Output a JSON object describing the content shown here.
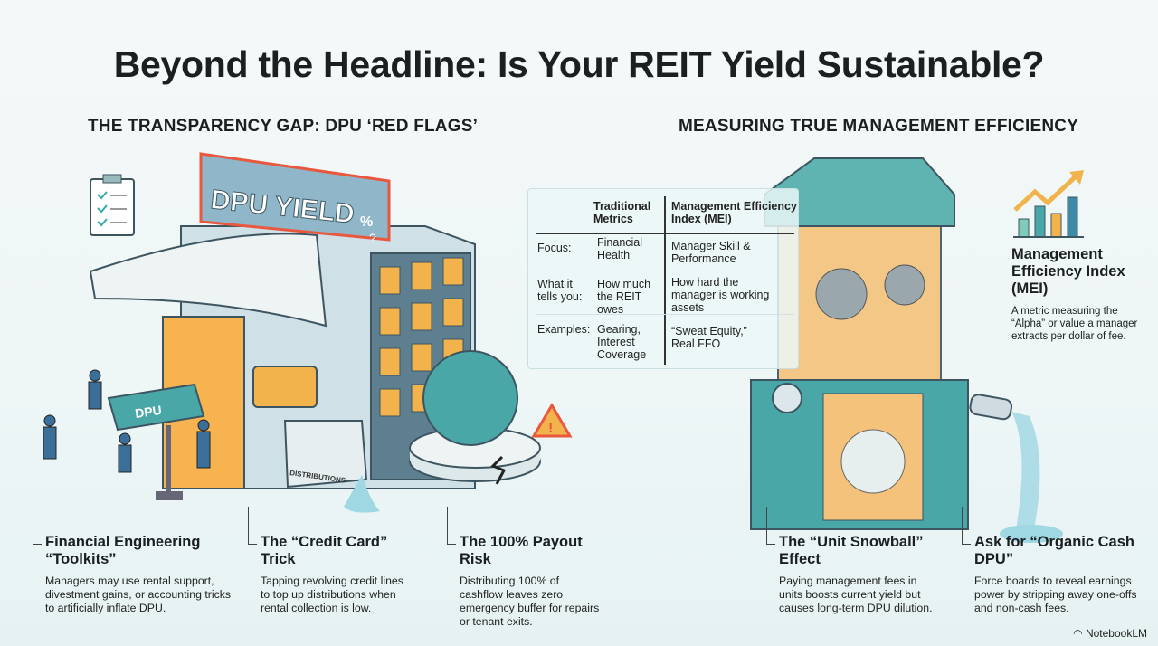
{
  "title": "Beyond the Headline: Is Your REIT Yield Sustainable?",
  "left_section": {
    "heading": "THE TRANSPARENCY GAP: DPU ‘RED FLAGS’",
    "sign": "DPU YIELD",
    "sign_symbol": "%",
    "sign_question": "?",
    "scale_label": "DPU",
    "box_label": "DISTRIBUTIONS",
    "captions": [
      {
        "title": "Financial Engineering “Toolkits”",
        "body": "Managers may use rental support, divestment gains, or accounting tricks to artificially inflate DPU."
      },
      {
        "title": "The “Credit Card” Trick",
        "body": "Tapping revolving credit lines to top up distributions when rental collection is low."
      },
      {
        "title": "The 100% Payout Risk",
        "body": "Distributing 100% of cashflow leaves zero emergency buffer for repairs or tenant exits."
      }
    ]
  },
  "right_section": {
    "heading": "MEASURING TRUE MANAGEMENT EFFICIENCY",
    "table": {
      "headers": [
        "",
        "Traditional Metrics",
        "Management Efficiency Index (MEI)"
      ],
      "rows": [
        [
          "Focus:",
          "Financial Health",
          "Manager Skill & Performance"
        ],
        [
          "What it tells you:",
          "How much the REIT owes",
          "How hard the manager is working assets"
        ],
        [
          "Examples:",
          "Gearing, Interest Coverage",
          "“Sweat Equity,” Real FFO"
        ]
      ]
    },
    "mei": {
      "title": "Management Efficiency Index (MEI)",
      "body": "A metric measuring the “Alpha” or value a manager extracts per dollar of fee."
    },
    "captions": [
      {
        "title": "The “Unit Snowball” Effect",
        "body": "Paying management fees in units boosts current yield but causes long-term DPU dilution."
      },
      {
        "title": "Ask for “Organic Cash DPU”",
        "body": "Force boards to reveal earnings power by stripping away one-offs and non-cash fees."
      }
    ]
  },
  "brand": "NotebookLM",
  "colors": {
    "teal": "#4aa7a8",
    "orange": "#f2b24c",
    "sign": "#8fb7c9",
    "red": "#e9573f"
  }
}
